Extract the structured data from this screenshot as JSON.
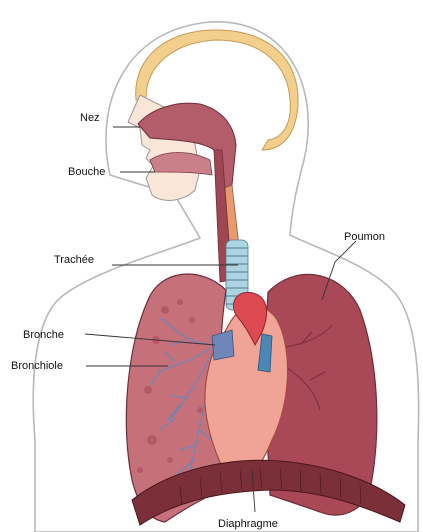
{
  "labels": {
    "nose": "Nez",
    "mouth": "Bouche",
    "trachea": "Trachée",
    "lung": "Poumon",
    "bronchus": "Bronche",
    "bronchiole": "Bronchiole",
    "diaphragm": "Diaphragme"
  },
  "colors": {
    "body_outline": "#b8b8b8",
    "skin": "#f9e6d9",
    "skull": "#f2cf8d",
    "airway": "#b25d69",
    "lung": "#a94857",
    "bronchi": "#6f86b8",
    "heart": "#f0a496",
    "aorta": "#de4a52",
    "vein": "#4c88b6",
    "diaphragm": "#7b2f38"
  }
}
